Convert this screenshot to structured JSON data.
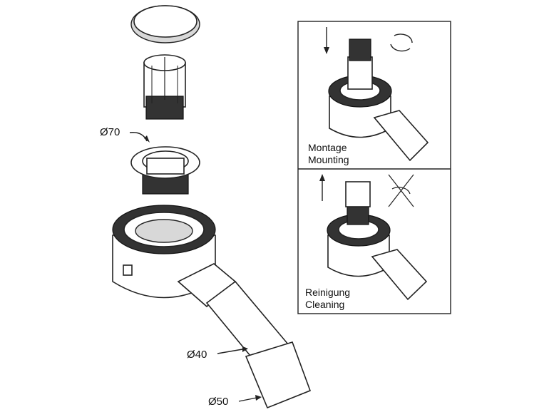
{
  "labels": {
    "d70": "Ø70",
    "d40": "Ø40",
    "d50": "Ø50"
  },
  "panels": [
    {
      "line1": "Montage",
      "line2": "Mounting"
    },
    {
      "line1": "Reinigung",
      "line2": "Cleaning"
    }
  ]
}
